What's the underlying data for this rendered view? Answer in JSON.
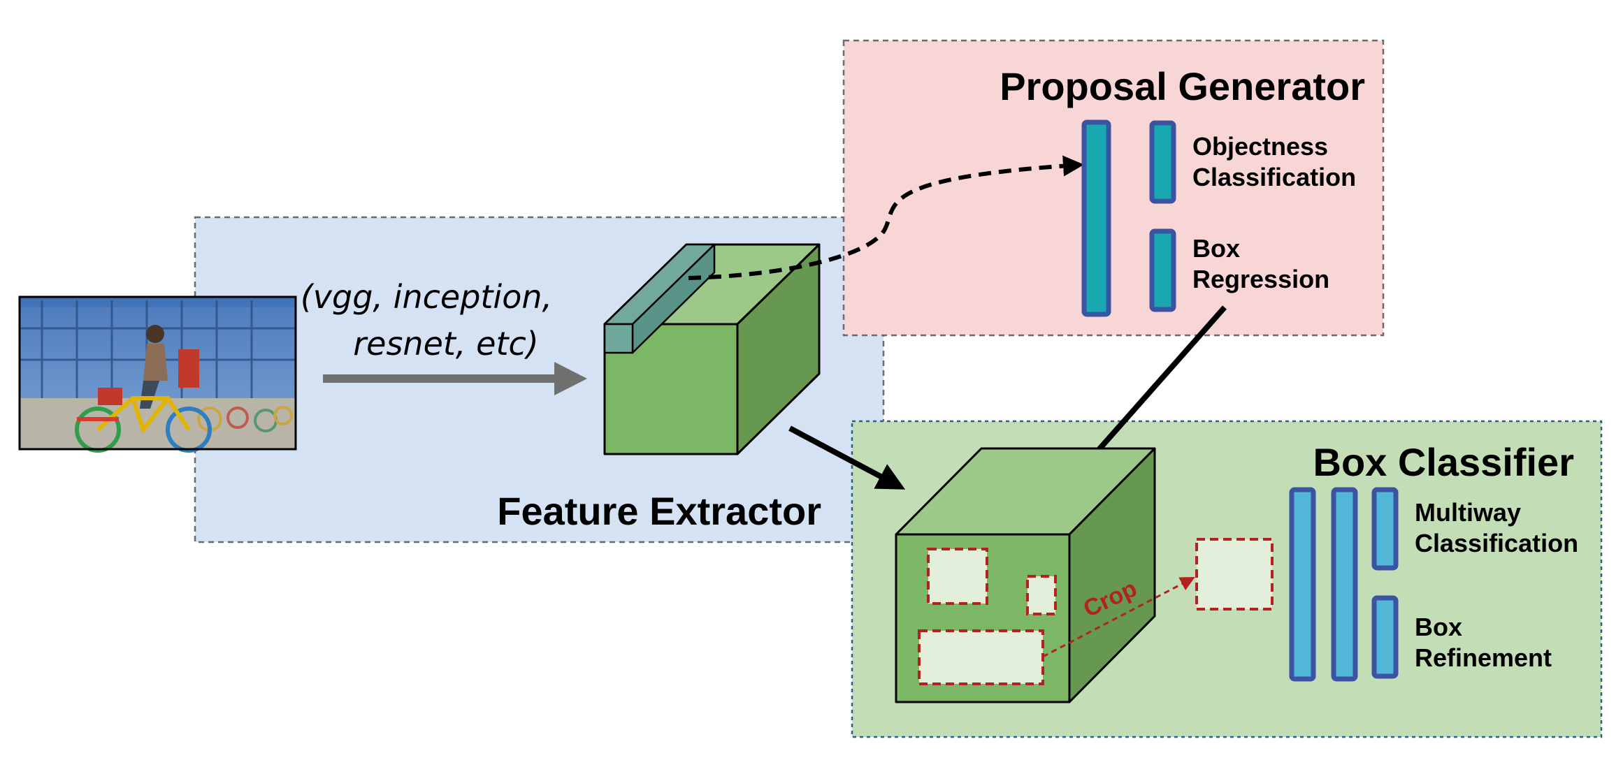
{
  "colors": {
    "feature_panel_fill": "#d4e2f3",
    "proposal_panel_fill": "#f8d6d6",
    "classifier_panel_fill": "#c3ddb6",
    "cube_front": "#7cb765",
    "cube_top": "#9cc98a",
    "cube_side": "#66994f",
    "bar_border": "#3a54a3",
    "bar_fill_teal": "#1aa8b0",
    "bar_fill_cyan": "#52b6d8",
    "crop_red": "#b22222",
    "roi_fill": "#e3efda",
    "arrow_gray": "#707070"
  },
  "feature_extractor": {
    "title": "Feature Extractor",
    "backbones_line1": "(vgg, inception,",
    "backbones_line2": "resnet, etc)"
  },
  "proposal_generator": {
    "title": "Proposal Generator",
    "head1_line1": "Objectness",
    "head1_line2": "Classification",
    "head2_line1": "Box",
    "head2_line2": "Regression"
  },
  "box_classifier": {
    "title": "Box Classifier",
    "head1_line1": "Multiway",
    "head1_line2": "Classification",
    "head2_line1": "Box",
    "head2_line2": "Refinement",
    "crop_label": "Crop"
  },
  "input_image": {
    "icon": "photo-of-cyclist-icon"
  }
}
